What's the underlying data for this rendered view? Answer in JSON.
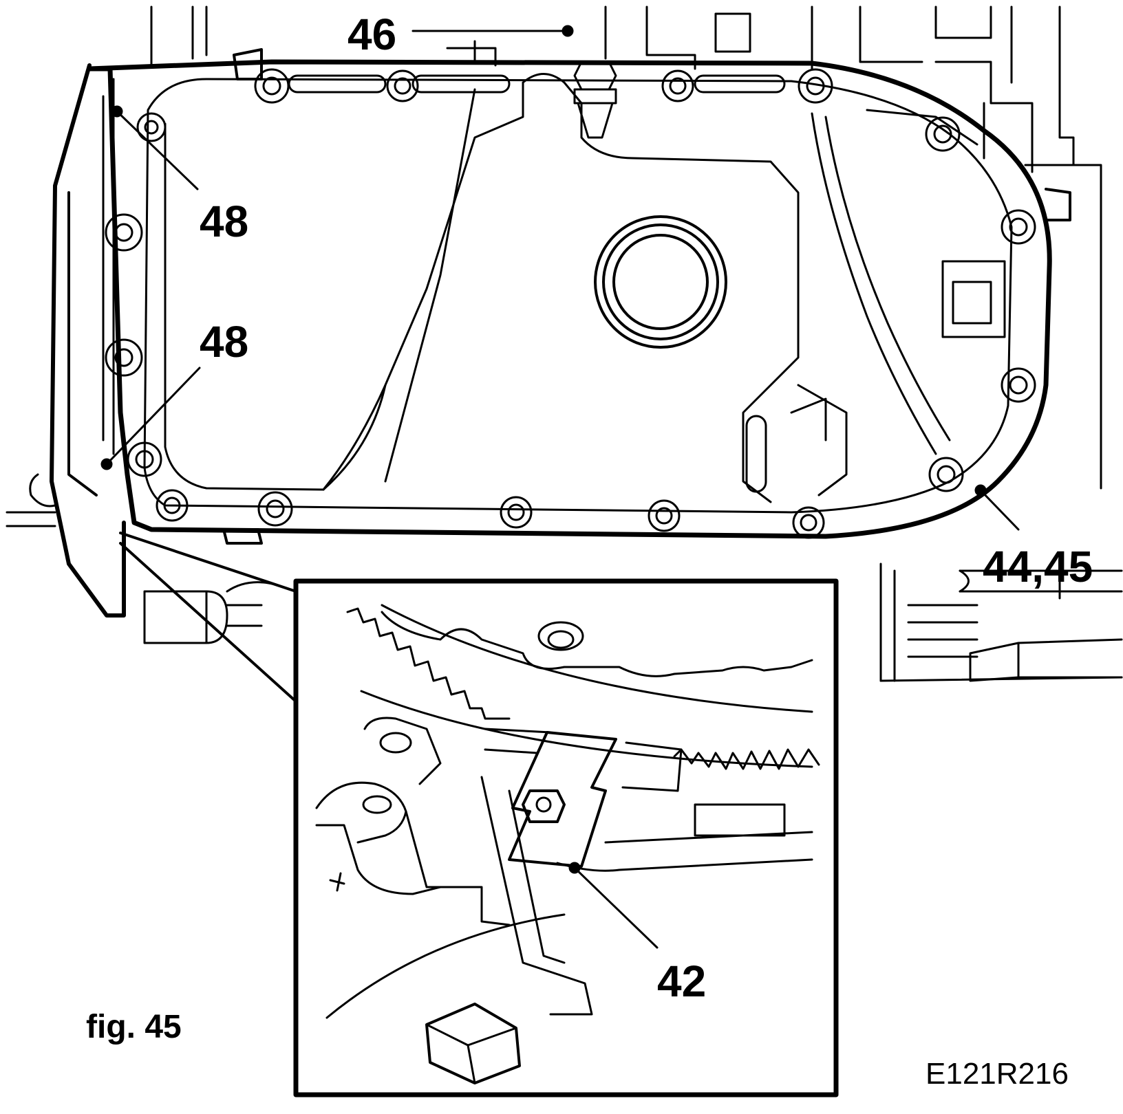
{
  "labels": {
    "callout_46": "46",
    "callout_48_upper": "48",
    "callout_48_lower": "48",
    "callout_44_45": "44,45",
    "callout_42": "42",
    "figure_caption": "fig. 45",
    "drawing_code": "E121R216"
  },
  "colors": {
    "ink": "#000000",
    "paper": "#ffffff"
  }
}
